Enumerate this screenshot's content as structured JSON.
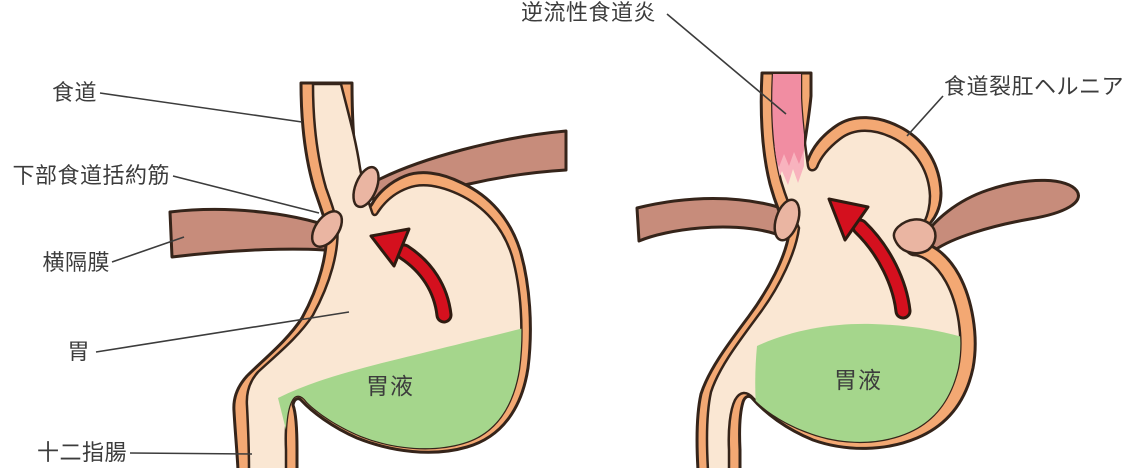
{
  "figure": {
    "description_left": "normal stomach cross-section",
    "description_right": "hiatal hernia stomach cross-section",
    "left_panel": {
      "labels": {
        "esophagus": "食道",
        "lower_esophageal_sphincter": "下部食道括約筋",
        "diaphragm": "横隔膜",
        "stomach": "胃",
        "duodenum": "十二指腸",
        "gastric_juice": "胃液"
      }
    },
    "right_panel": {
      "labels": {
        "reflux_esophagitis": "逆流性食道炎",
        "hiatal_hernia": "食道裂肛ヘルニア",
        "gastric_juice": "胃液"
      }
    },
    "colors": {
      "wall_orange": "#F3A873",
      "outline_dark": "#35241A",
      "interior_cream": "#FAE7D3",
      "diaphragm_rose": "#C78C7B",
      "sphincter_pink": "#EAB5A2",
      "gastric_juice_green": "#A5D68C",
      "inflamed_pink": "#F18DA2",
      "inflamed_pink_light": "#F8B3BE",
      "arrow_red": "#D4101E",
      "leader_line": "#3C3C3C",
      "label_text": "#3C3C3C"
    }
  }
}
